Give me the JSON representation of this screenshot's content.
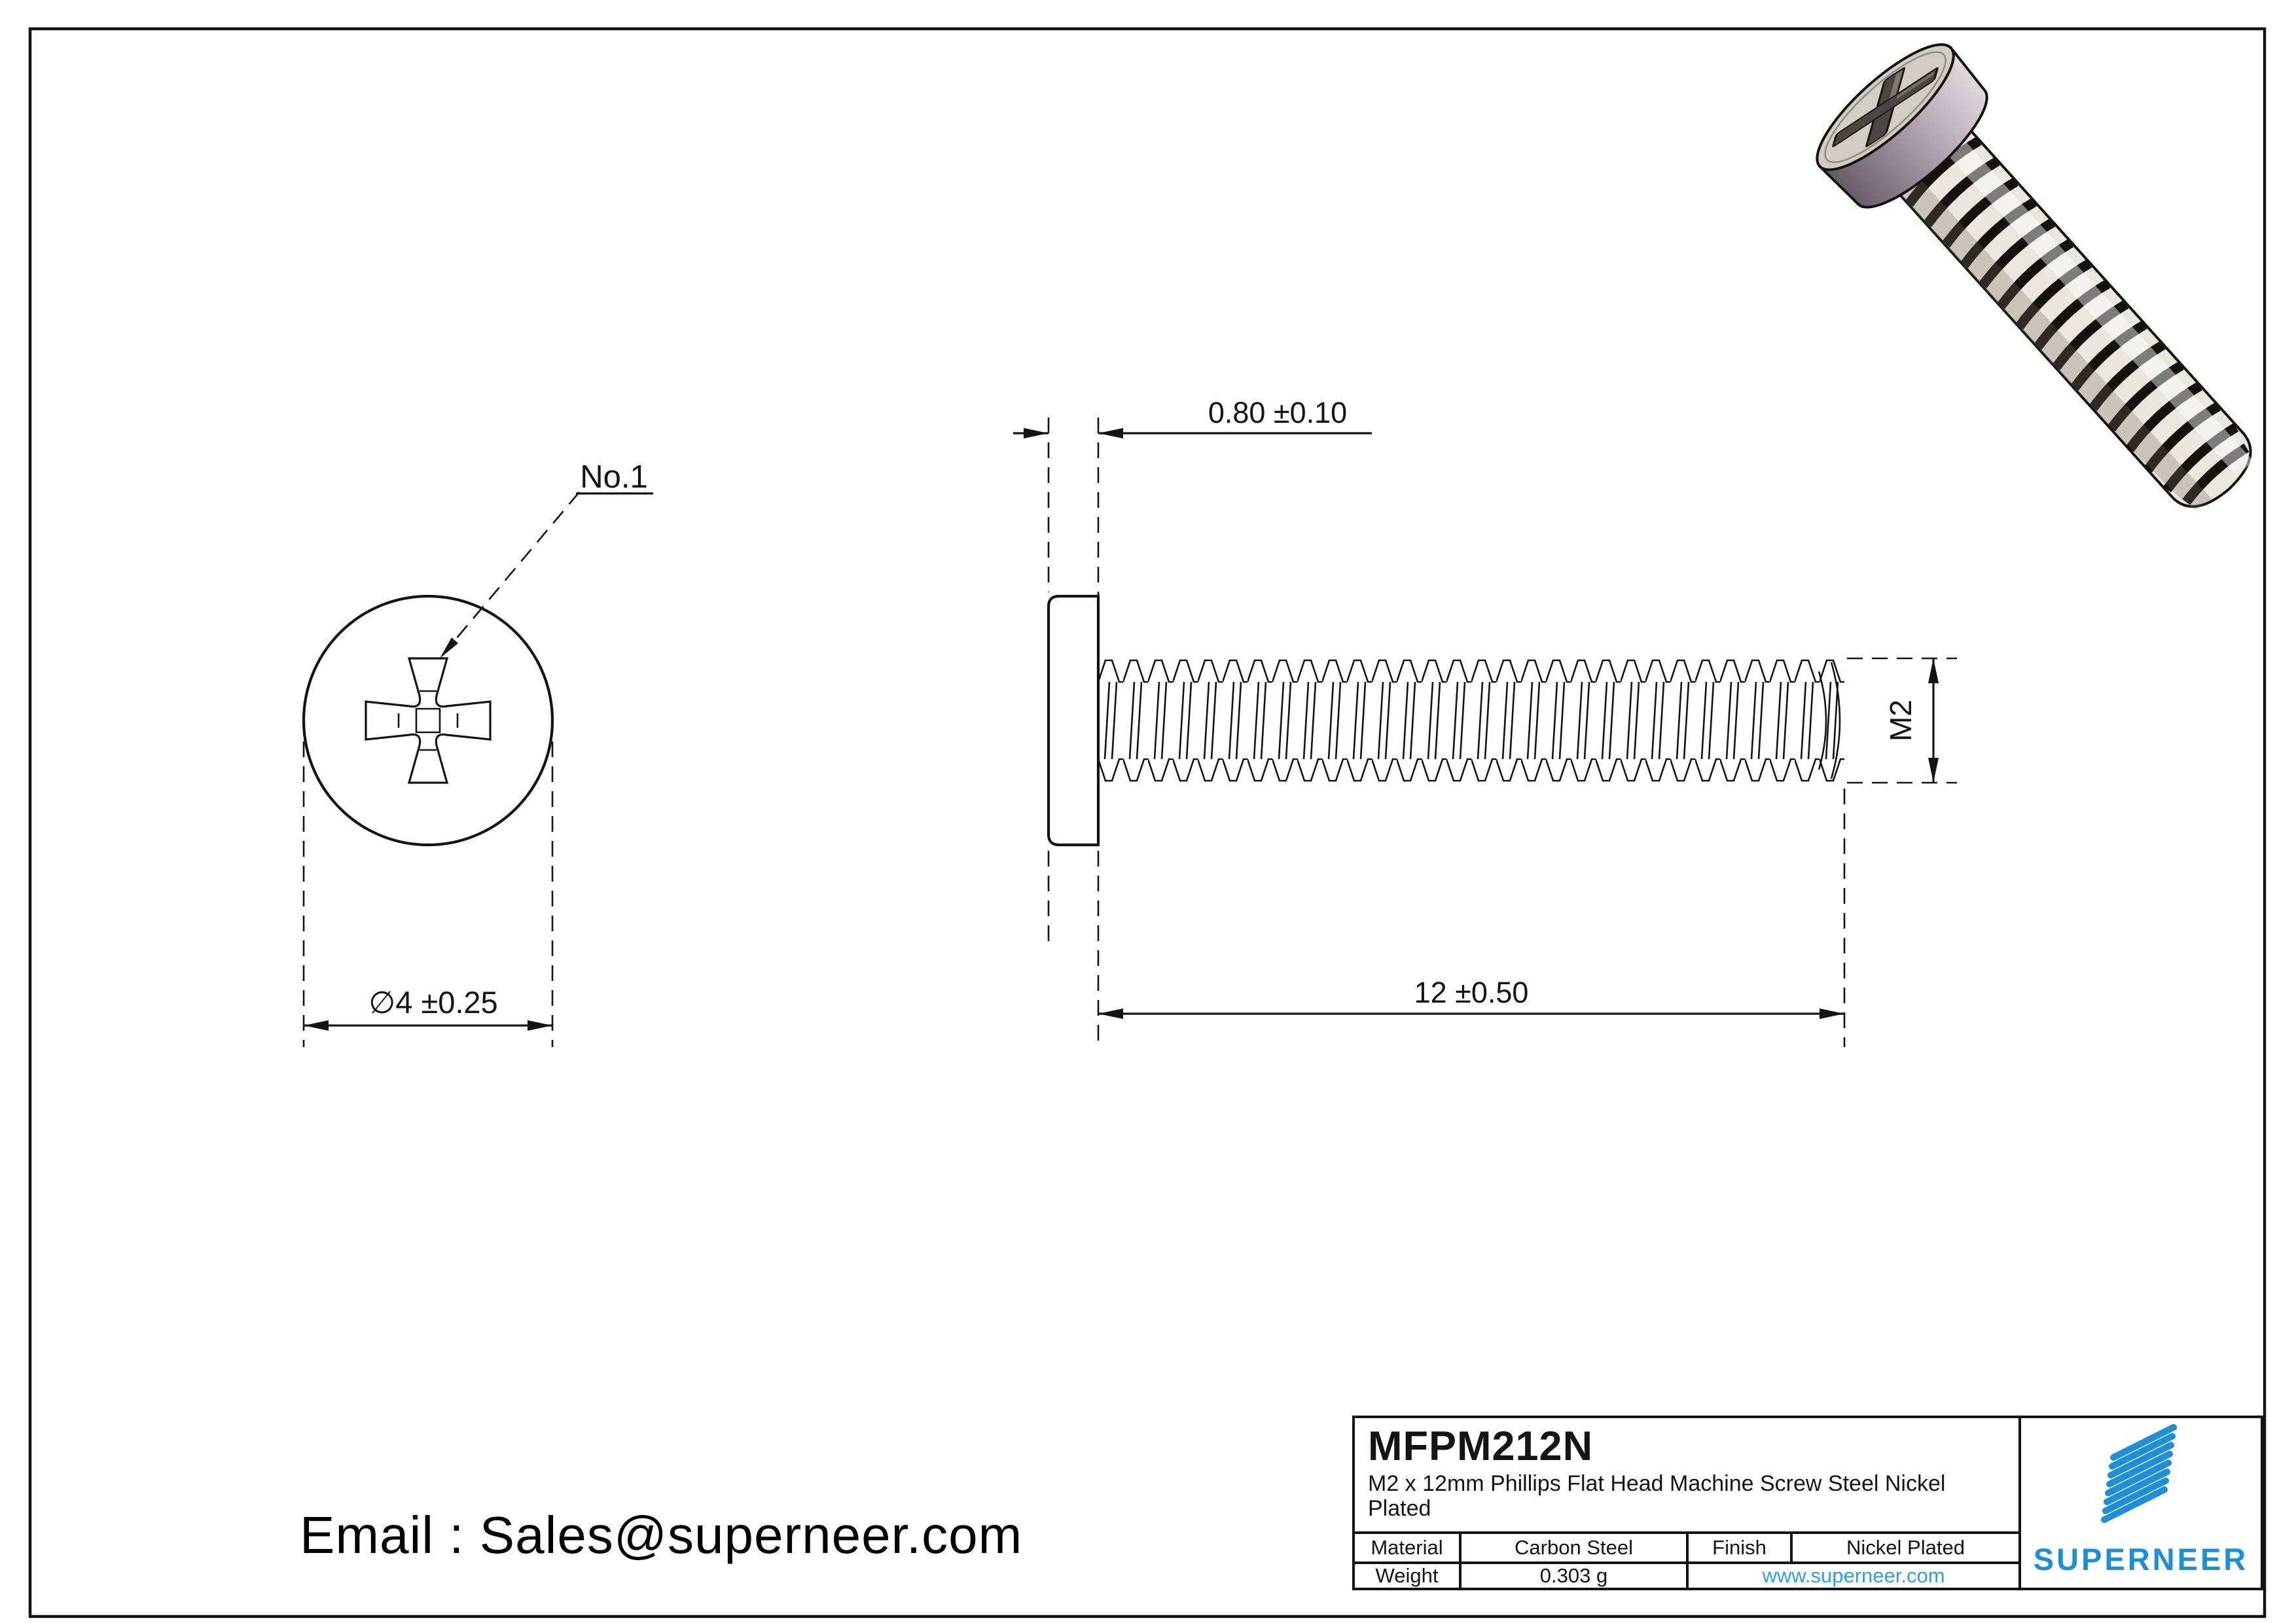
{
  "sheet": {
    "type": "engineering-drawing",
    "background": "#ffffff",
    "border_color": "#141414"
  },
  "views": {
    "front": {
      "recess_label": "No.1",
      "diameter_dim": "∅4 ±0.25"
    },
    "side": {
      "head_height_dim": "0.80 ±0.10",
      "length_dim": "12 ±0.50",
      "thread_dim": "M2"
    }
  },
  "title_block": {
    "part_number": "MFPM212N",
    "description_line1": "M2 x 12mm Phillips Flat Head Machine Screw Steel Nickel",
    "description_line2": "Plated",
    "material_label": "Material",
    "material_value": "Carbon Steel",
    "finish_label": "Finish",
    "finish_value": "Nickel Plated",
    "weight_label": "Weight",
    "weight_value": "0.303 g",
    "website": "www.superneer.com",
    "brand": "SUPERNEER"
  },
  "footer": {
    "email": "Email : Sales@superneer.com"
  },
  "colors": {
    "line": "#141414",
    "accent_blue": "#1e8fd5",
    "link_blue": "#2ba1de",
    "render_thread_light": "#eae7df",
    "render_band_dark": "#15120e",
    "render_head_face": "#d0cdc5"
  }
}
